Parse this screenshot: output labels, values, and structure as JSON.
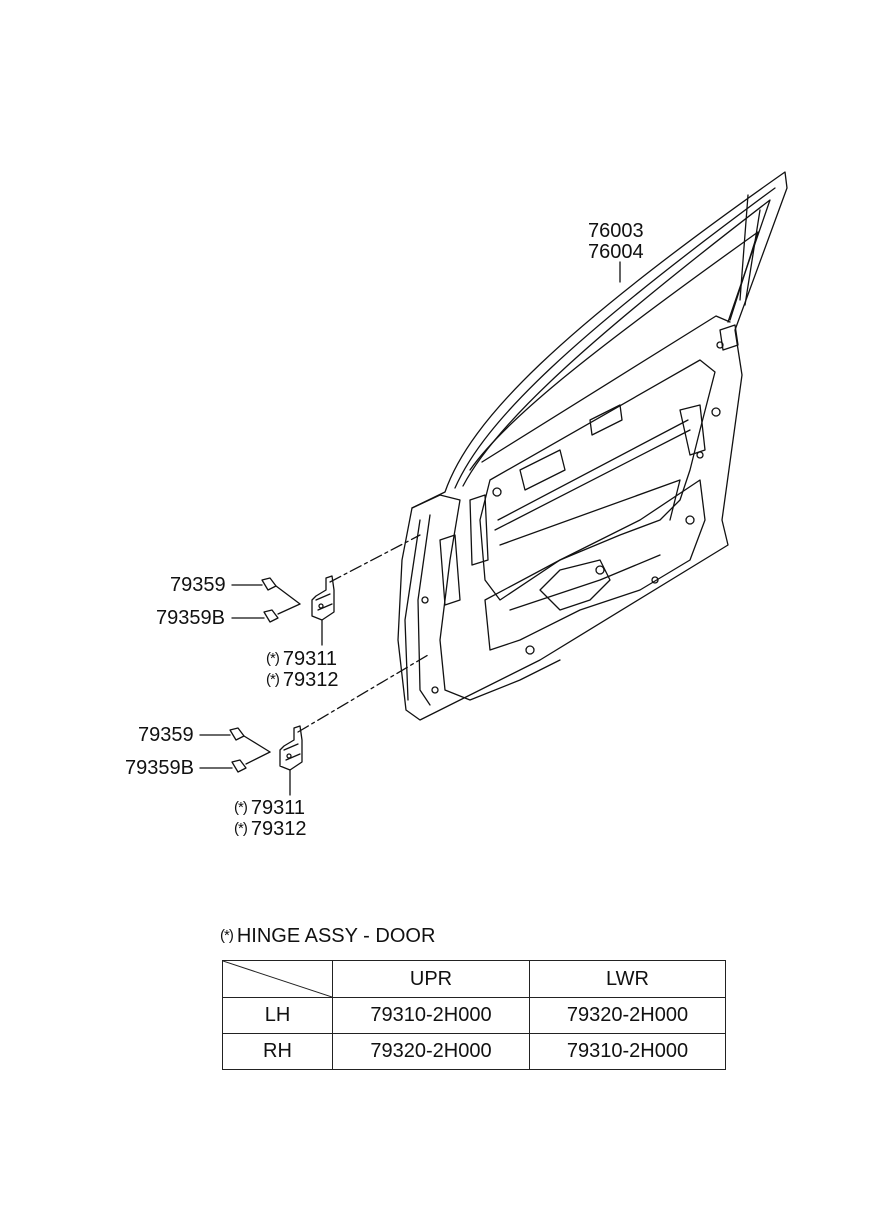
{
  "callouts": {
    "door_panel_1": "76003",
    "door_panel_2": "76004",
    "upper_bolt": "79359",
    "upper_bolt_b": "79359B",
    "upper_hinge_1": "79311",
    "upper_hinge_2": "79312",
    "lower_bolt": "79359",
    "lower_bolt_b": "79359B",
    "lower_hinge_1": "79311",
    "lower_hinge_2": "79312",
    "star_mark": "(*)"
  },
  "legend": {
    "star_mark": "(*)",
    "title": "HINGE ASSY - DOOR"
  },
  "table": {
    "headers": [
      "",
      "UPR",
      "LWR"
    ],
    "rows": [
      {
        "side": "LH",
        "upr": "79310-2H000",
        "lwr": "79320-2H000"
      },
      {
        "side": "RH",
        "upr": "79320-2H000",
        "lwr": "79310-2H000"
      }
    ]
  }
}
